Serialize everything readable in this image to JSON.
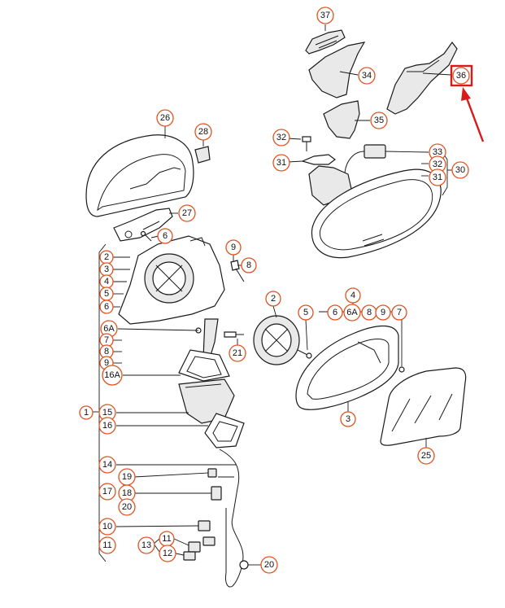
{
  "callouts": {
    "c37": "37",
    "c34": "34",
    "c36": "36",
    "c35": "35",
    "c32a": "32",
    "c31a": "31",
    "c33": "33",
    "c32b": "32",
    "c31b": "31",
    "c30": "30",
    "c26": "26",
    "c28": "28",
    "c27": "27",
    "c6a": "6",
    "c9a": "9",
    "c8a": "8",
    "c2a": "2",
    "c3a": "3",
    "c4a": "4",
    "c5a": "5",
    "c6b": "6",
    "c6Aa": "6A",
    "c7a": "7",
    "c8b": "8",
    "c9b": "9",
    "c16Aa": "16A",
    "c1": "1",
    "c15": "15",
    "c16": "16",
    "c14": "14",
    "c19": "19",
    "c17": "17",
    "c18": "18",
    "c20a": "20",
    "c10": "10",
    "c11a": "11",
    "c13": "13",
    "c11b": "11",
    "c12": "12",
    "c20b": "20",
    "c21": "21",
    "c2b": "2",
    "c4b": "4",
    "c5b": "5",
    "c6c": "6",
    "c6Ab": "6A",
    "c8c": "8",
    "c9c": "9",
    "c7b": "7",
    "c3b": "3",
    "c25": "25"
  },
  "highlight": {
    "part_number": "36",
    "color": "#d91a1a"
  },
  "colors": {
    "callout_stroke": "#e0521f",
    "line": "#1a1a1a"
  }
}
